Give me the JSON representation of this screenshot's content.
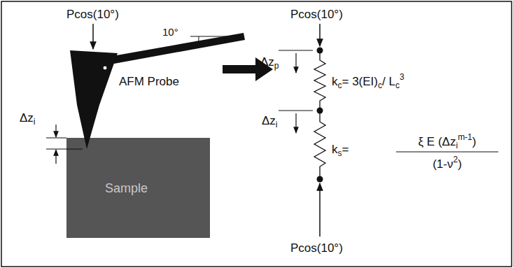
{
  "diagram": {
    "labels": [
      "Pcos(10°)",
      "10°",
      "AFM Probe",
      "Δz",
      "i",
      "Sample",
      "Pcos(10°)",
      "Δz",
      "p",
      "k",
      "c",
      "= 3(EI)",
      "c",
      "/ L",
      "c",
      "3",
      "Δz",
      "i",
      "k",
      "s",
      "=",
      "ξ E (Δz",
      "i",
      "m-1",
      ")",
      "(1-ν",
      "2",
      ")",
      "Pcos(10°)"
    ]
  }
}
